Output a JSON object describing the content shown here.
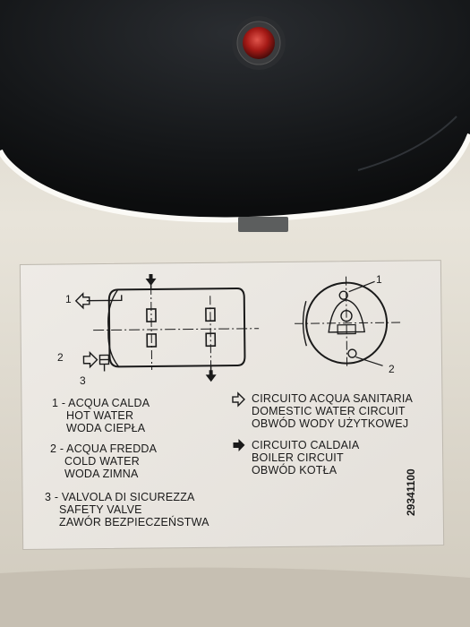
{
  "label": {
    "legend_left": [
      {
        "lines": [
          "1 - ACQUA CALDA",
          "HOT WATER",
          "WODA CIEPŁA"
        ]
      },
      {
        "lines": [
          "2 - ACQUA FREDDA",
          "COLD WATER",
          "WODA ZIMNA"
        ]
      },
      {
        "lines": [
          "3 - VALVOLA DI SICUREZZA",
          "SAFETY VALVE",
          "ZAWÓR BEZPIECZEŃSTWA"
        ]
      }
    ],
    "legend_right": [
      {
        "icon": "hollow-arrow-icon",
        "lines": [
          "CIRCUITO ACQUA SANITARIA",
          "DOMESTIC WATER CIRCUIT",
          "OBWÓD WODY UŻYTKOWEJ"
        ]
      },
      {
        "icon": "solid-arrow-icon",
        "lines": [
          "CIRCUITO CALDAIA",
          "BOILER CIRCUIT",
          "OBWÓD KOTŁA"
        ]
      }
    ],
    "serial_number": "29341100",
    "diagram_numbers": {
      "hot": "1",
      "cold": "2",
      "valve": "3",
      "side_top": "1",
      "side_bottom": "2"
    }
  },
  "colors": {
    "sticker": "#ece9e4",
    "appliance_body": "#e6e2d8",
    "dark_window": "#17191c",
    "indicator_light": "#b3201c"
  }
}
